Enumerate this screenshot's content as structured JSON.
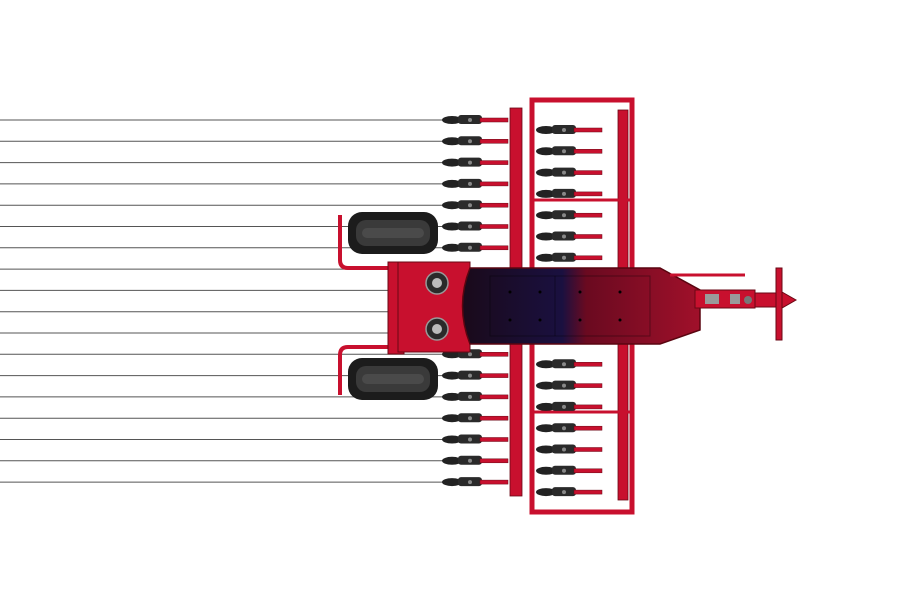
{
  "drawing": {
    "subject": "seed-drill-top-view",
    "colors": {
      "frame_red": "#c8102e",
      "frame_dark": "#8b0a1e",
      "hopper_red": "#b0102a",
      "hopper_blue": "#1a1030",
      "tire": "#1c1c1c",
      "tire_highlight": "#4a4a4a",
      "seed_line": "#555555",
      "disc": "#222222"
    },
    "rows_per_side": 9,
    "seed_row_count": 18
  }
}
